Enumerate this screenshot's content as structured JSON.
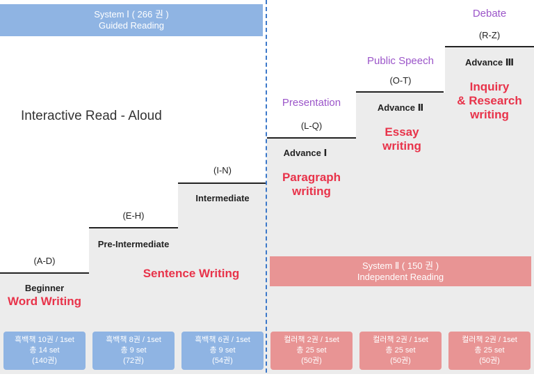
{
  "system1": {
    "title": "System Ⅰ ( 266 권 )",
    "subtitle": "Guided Reading"
  },
  "system2": {
    "title": "System Ⅱ ( 150 권 )",
    "subtitle": "Independent Reading"
  },
  "interactive": "Interactive Read - Aloud",
  "steps": [
    {
      "range": "(A-D)",
      "level": "Beginner",
      "writing": "Word Writing"
    },
    {
      "range": "(E-H)",
      "level": "Pre-Intermediate",
      "writing": "Sentence Writing"
    },
    {
      "range": "(I-N)",
      "level": "Intermediate"
    },
    {
      "range": "(L-Q)",
      "level": "Advance Ⅰ",
      "activity": "Presentation",
      "writing": [
        "Paragraph",
        "writing"
      ]
    },
    {
      "range": "(O-T)",
      "level": "Advance Ⅱ",
      "activity": "Public Speech",
      "writing": [
        "Essay",
        "writing"
      ]
    },
    {
      "range": "(R-Z)",
      "level": "Advance Ⅲ",
      "activity": "Debate",
      "writing": [
        "Inquiry",
        "& Research",
        "writing"
      ]
    }
  ],
  "books": [
    [
      "흑백책 10권 / 1set",
      "총 14 set",
      "(140권)"
    ],
    [
      "흑백책 8권 / 1set",
      "총 9 set",
      "(72권)"
    ],
    [
      "흑백책 6권 / 1set",
      "총 9 set",
      "(54권)"
    ],
    [
      "컬러책 2권 / 1set",
      "총 25 set",
      "(50권)"
    ],
    [
      "컬러책 2권 / 1set",
      "총 25 set",
      "(50권)"
    ],
    [
      "컬러책 2권 / 1set",
      "총 25 set",
      "(50권)"
    ]
  ]
}
